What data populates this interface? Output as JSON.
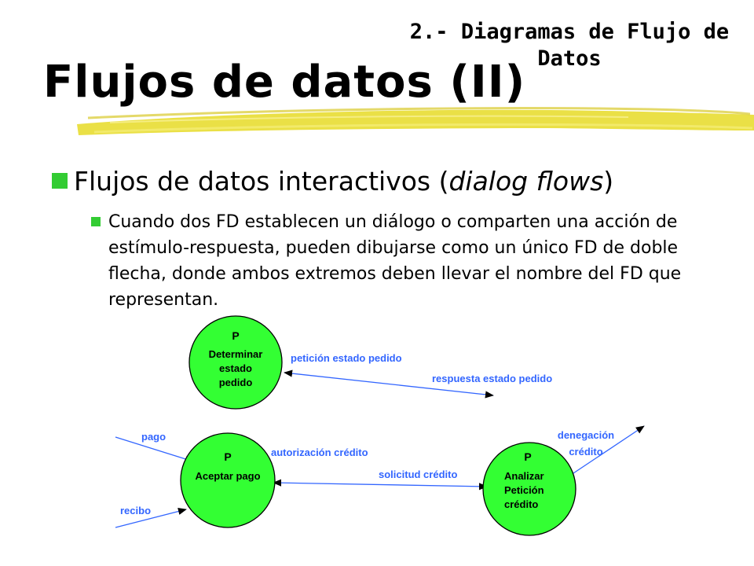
{
  "section_title": "2.- Diagramas de Flujo de Datos",
  "slide_title": "Flujos de datos (II)",
  "bullet1": {
    "text_before": "Flujos de datos interactivos (",
    "text_italic": "dialog flows",
    "text_after": ")"
  },
  "bullet2": {
    "text": "Cuando dos FD establecen un diálogo o comparten una acción de estímulo-respuesta, pueden dibujarse como un único FD de doble flecha, donde ambos extremos deben llevar el nombre del FD que representan."
  },
  "diagram": {
    "process_marker": "P",
    "processes": [
      {
        "id": "determinar",
        "lines": [
          "Determinar",
          "estado",
          "pedido"
        ]
      },
      {
        "id": "aceptar",
        "lines": [
          "Aceptar pago"
        ]
      },
      {
        "id": "analizar",
        "lines": [
          "Analizar",
          "Petición",
          "crédito"
        ]
      }
    ],
    "flows": {
      "peticion": "petición estado pedido",
      "respuesta": "respuesta estado pedido",
      "pago": "pago",
      "recibo": "recibo",
      "autorizacion": "autorización crédito",
      "solicitud": "solicitud crédito",
      "denegacion_1": "denegación",
      "denegacion_2": "crédito"
    }
  },
  "colors": {
    "process_fill": "#33ff33",
    "flow_label": "#3366ff",
    "bullet": "#33cc33",
    "brush": "#e8dd3a"
  }
}
